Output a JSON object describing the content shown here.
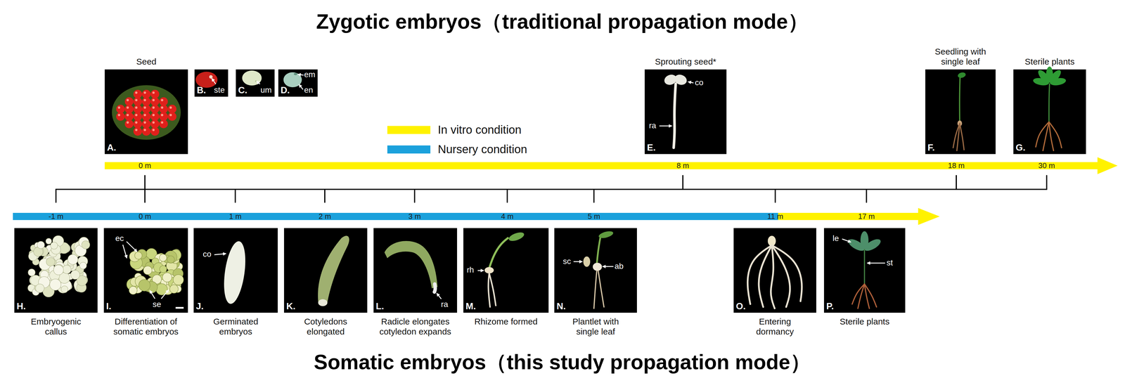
{
  "diagram": {
    "title": "Zygotic embryos（traditional propagation mode）",
    "nodes": [
      {
        "text": [
          "Seed",
          "A."
        ]
      },
      {
        "text": [
          "B.",
          "ste"
        ]
      },
      {
        "text": [
          "C.",
          "um"
        ]
      },
      {
        "text": [
          "D.",
          "em",
          "en"
        ]
      },
      {
        "text": [
          "Sprouting seed*",
          "E.",
          "co",
          "ra"
        ]
      },
      {
        "text": [
          "Seedling with single leaf",
          "F."
        ]
      },
      {
        "text": [
          "Sterile plants",
          "G."
        ]
      },
      {
        "text": [
          "H.",
          "Embryogenic callus"
        ]
      },
      {
        "text": [
          "I.",
          "ec",
          "se",
          "Differentiation of somatic embryos"
        ]
      },
      {
        "text": [
          "co",
          "J.",
          "Germinated embryos"
        ]
      },
      {
        "text": [
          "K.",
          "Cotyledons elongated"
        ]
      },
      {
        "text": [
          "L.",
          "ra",
          "Radicle elongates cotyledon expands"
        ]
      },
      {
        "text": [
          "rh",
          "M.",
          "Rhizome formed"
        ]
      },
      {
        "text": [
          "sc",
          "ab",
          "N.",
          "Plantlet with single leaf"
        ]
      },
      {
        "text": [
          "O.",
          "Entering dormancy"
        ]
      },
      {
        "text": [
          "le",
          "st",
          "P.",
          "Sterile plants"
        ]
      }
    ],
    "labels": [
      "Somatic embryos（this study propagation mode）",
      "0 m",
      "8 m",
      "18 m",
      "30 m",
      "-1 m",
      "0 m",
      "1 m",
      "2 m",
      "3 m",
      "4 m",
      "5 m",
      "11 m",
      "17 m"
    ],
    "legend": [
      {
        "text": "In vitro condition",
        "color": "#fff200"
      },
      {
        "text": "Nursery condition",
        "color": "#1ba1dc"
      }
    ]
  }
}
